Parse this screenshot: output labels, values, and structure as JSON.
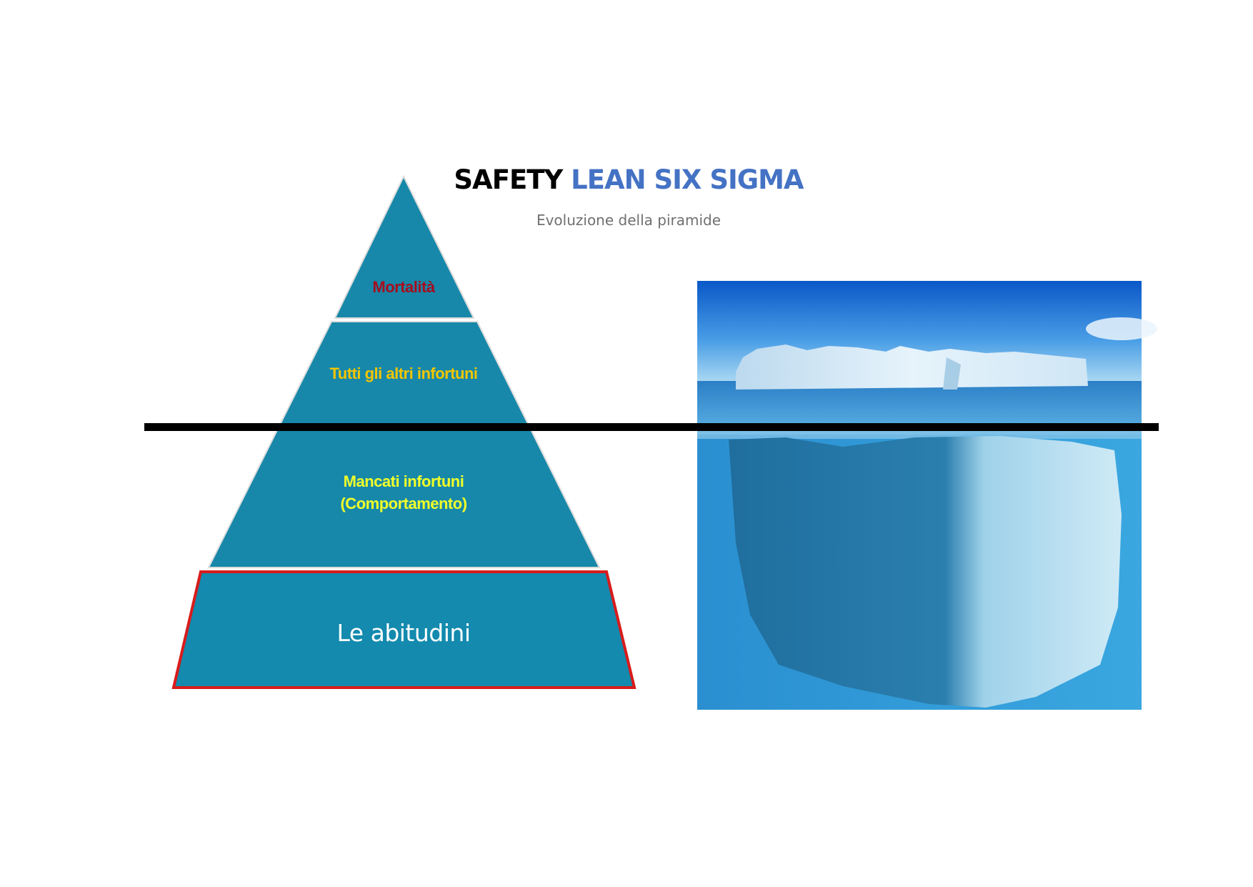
{
  "title": {
    "part1": "SAFETY",
    "part2": "LEAN SIX SIGMA"
  },
  "subtitle": "Evoluzione della piramide",
  "pyramid": {
    "levels": [
      {
        "label": "Mortalità",
        "color": "#a50d1e"
      },
      {
        "label": "Tutti gli altri infortuni",
        "color": "#f2c500"
      },
      {
        "label_line1": "Mancati infortuni",
        "label_line2": "(Comportamento)",
        "color": "#f0ff2a"
      },
      {
        "label": "Le abitudini",
        "color": "#ffffff"
      }
    ],
    "fill": "#1788a9",
    "base_border": "#d81c1c"
  },
  "image": {
    "icon": "iceberg-image"
  }
}
